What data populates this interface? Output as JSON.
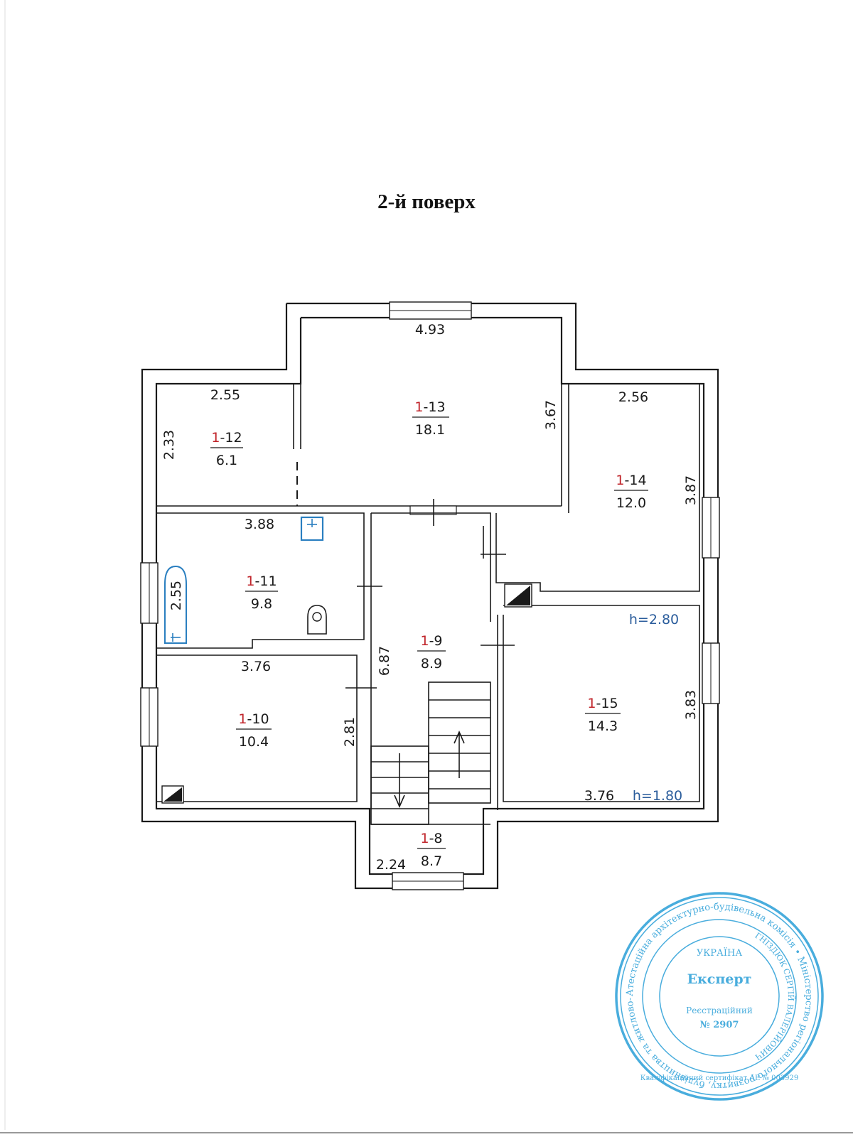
{
  "title": "2-й поверх",
  "rooms": [
    {
      "prefix": "1",
      "id": "-12",
      "area": "6.1"
    },
    {
      "prefix": "1",
      "id": "-13",
      "area": "18.1"
    },
    {
      "prefix": "1",
      "id": "-14",
      "area": "12.0"
    },
    {
      "prefix": "1",
      "id": "-11",
      "area": "9.8"
    },
    {
      "prefix": "1",
      "id": "-9",
      "area": "8.9"
    },
    {
      "prefix": "1",
      "id": "-10",
      "area": "10.4"
    },
    {
      "prefix": "1",
      "id": "-15",
      "area": "14.3"
    },
    {
      "prefix": "1",
      "id": "-8",
      "area": "8.7"
    }
  ],
  "dimensions": [
    "4.93",
    "2.55",
    "2.33",
    "3.67",
    "2.56",
    "3.87",
    "3.88",
    "2.55",
    "3.76",
    "6.87",
    "2.81",
    "3.83",
    "3.76",
    "2.24"
  ],
  "heights": [
    "h=2.80",
    "h=1.80"
  ],
  "stamp": {
    "ring_text": "Атестаційна архітектурно-будівельна комісія • Міністерство регіонального розвитку, будівництва та житлово-комунального господарства України •",
    "country": "УКРАЇНА",
    "role": "Експерт",
    "name": "ГНІЗДЮК СЕРГІЙ ВАЛЕРІЙОВИЧ",
    "certificate": "Кваліфікаційний сертифікат АЕ № 003929",
    "reg_label": "Реєстраційний",
    "reg_number": "№ 2907",
    "color": "#2a9fd8"
  },
  "colors": {
    "walls": "#1a1a1a",
    "room_prefix": "#c0242a",
    "height_label": "#2b5d9c",
    "fixture": "#2a7fc0"
  }
}
